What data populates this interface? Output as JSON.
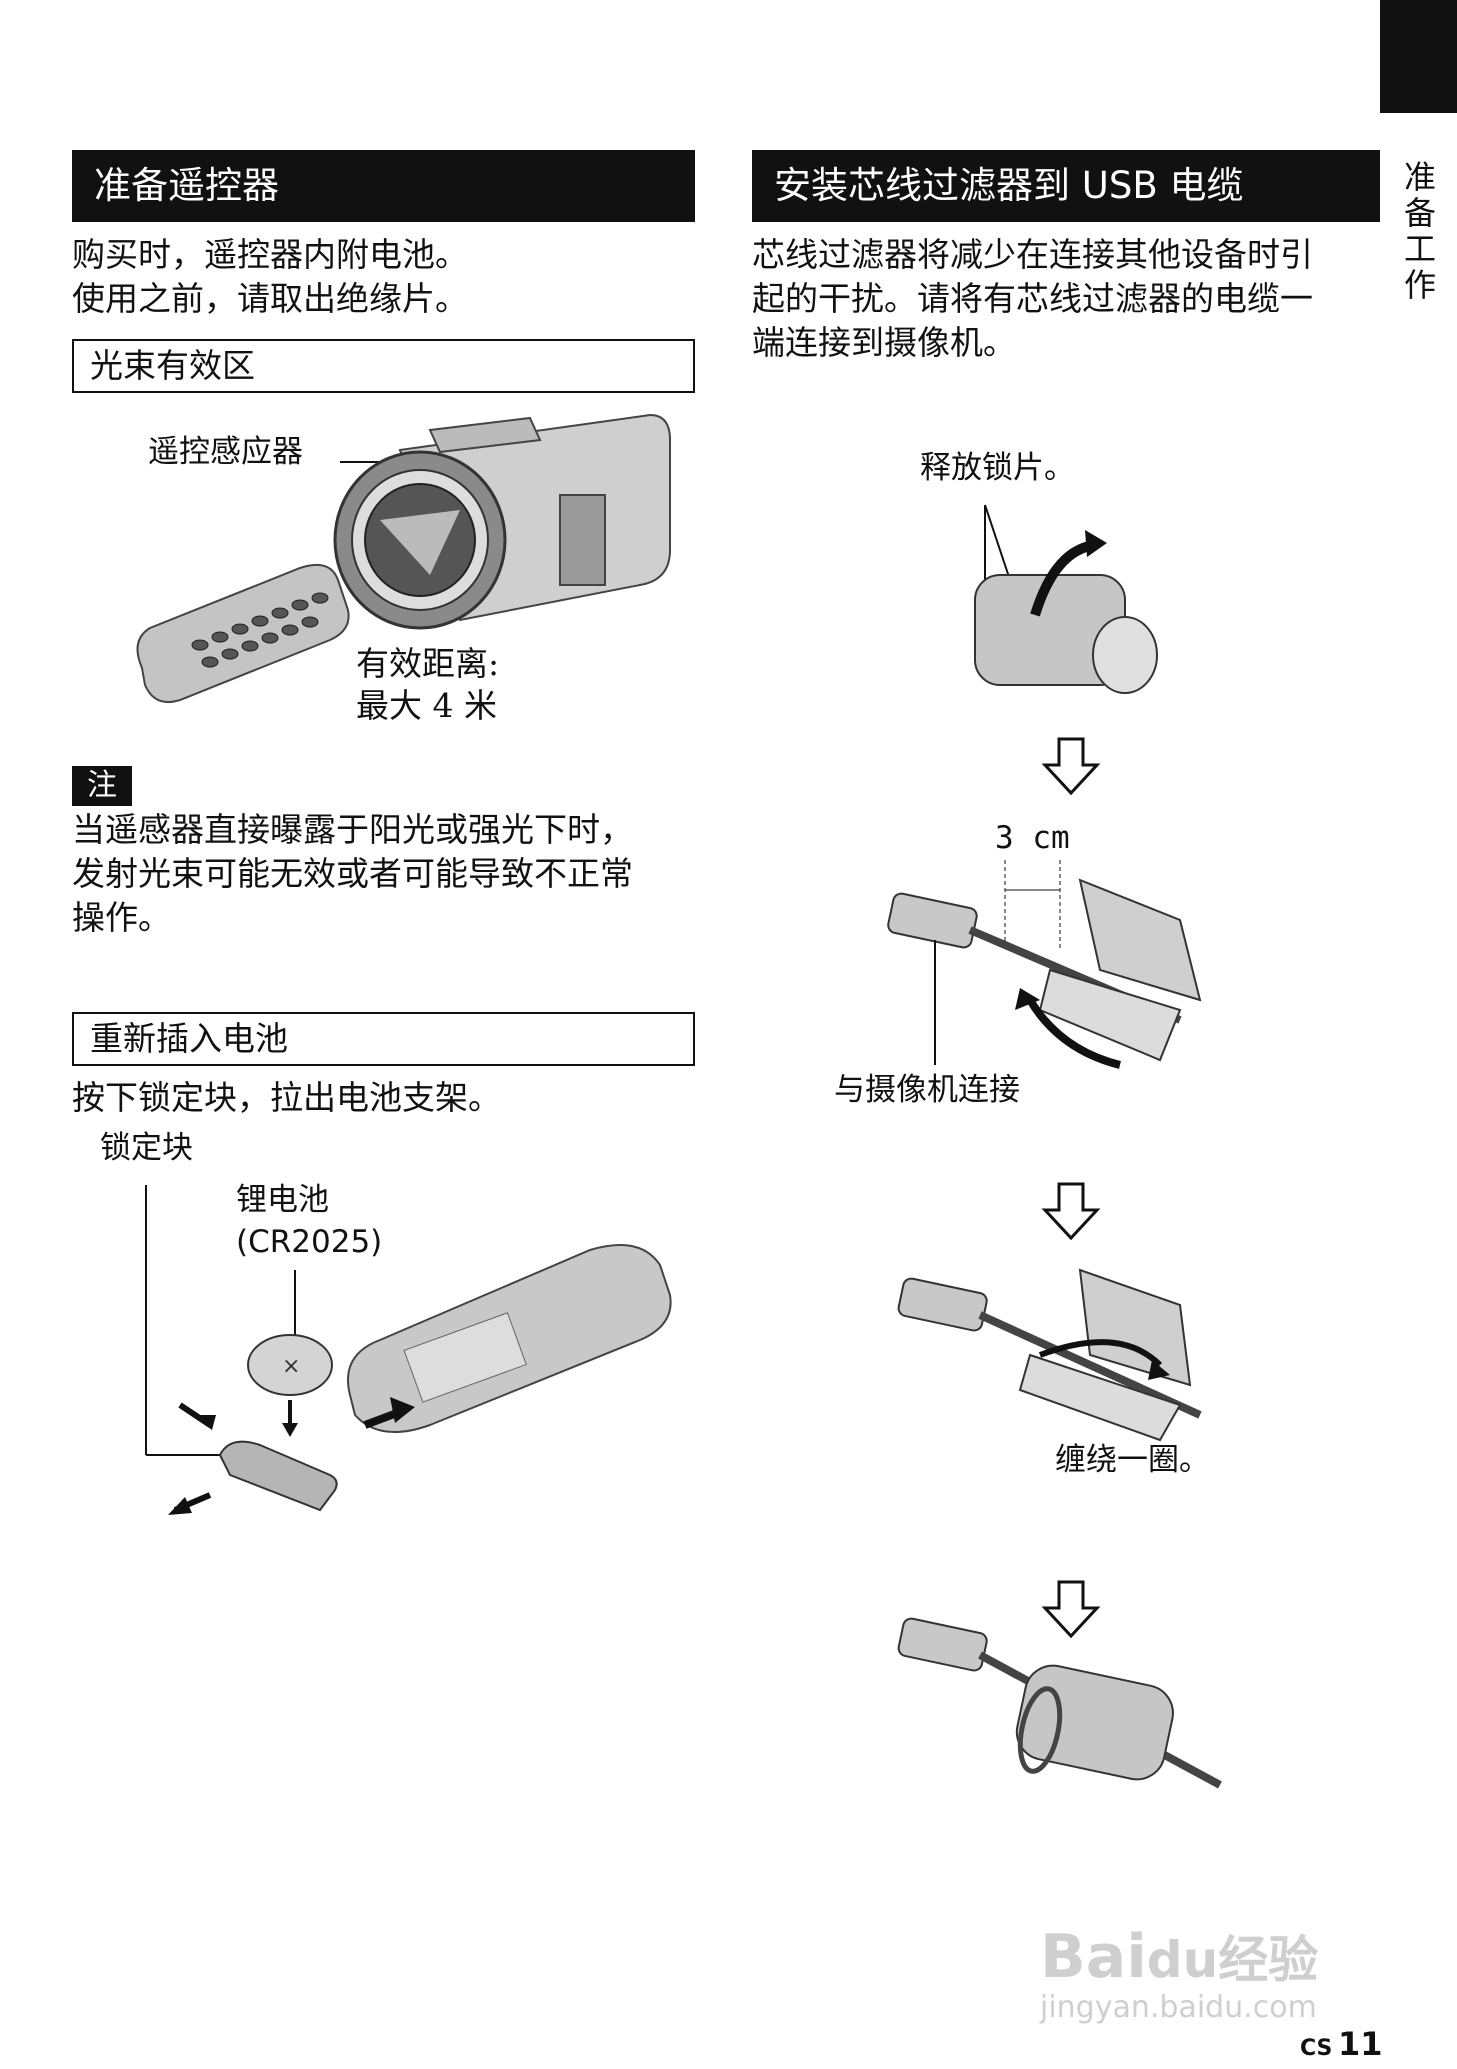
{
  "side_tab": {
    "label": "准备工作"
  },
  "left": {
    "remote_section": {
      "title": "准备遥控器",
      "intro_lines": [
        "购买时，遥控器内附电池。",
        "使用之前，请取出绝缘片。"
      ],
      "beam_title": "光束有效区",
      "sensor_label": "遥控感应器",
      "distance_lines": [
        "有效距离:",
        "最大 4 米"
      ],
      "note_badge": "注",
      "note_lines": [
        "当遥感器直接曝露于阳光或强光下时，",
        "发射光束可能无效或者可能导致不正常",
        "操作。"
      ]
    },
    "battery_section": {
      "title": "重新插入电池",
      "instruction": "按下锁定块，拉出电池支架。",
      "lock_label": "锁定块",
      "battery_label_lines": [
        "锂电池",
        "(CR2025)"
      ]
    }
  },
  "right": {
    "filter_section": {
      "title": "安装芯线过滤器到 USB 电缆",
      "intro_lines": [
        "芯线过滤器将减少在连接其他设备时引",
        "起的干扰。请将有芯线过滤器的电缆一",
        "端连接到摄像机。"
      ],
      "release_label": "释放锁片。",
      "measure_label": "3 cm",
      "connect_label": "与摄像机连接",
      "wrap_label": "缠绕一圈。"
    }
  },
  "footer": {
    "watermark_main": "Bai",
    "watermark_du": "du",
    "watermark_jy": "经验",
    "watermark_url": "jingyan.baidu.com",
    "lang_code": "CS",
    "page_number": "11"
  }
}
